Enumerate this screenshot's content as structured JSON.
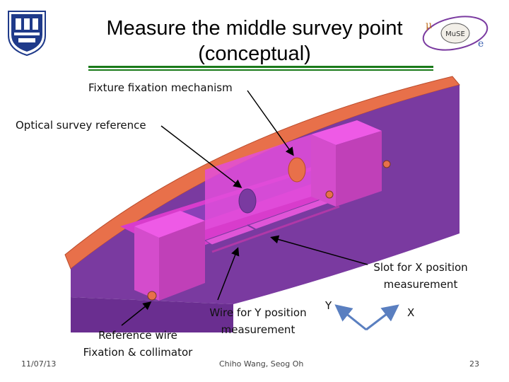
{
  "slide": {
    "title_line1": "Measure the middle survey point",
    "title_line2": "(conceptual)",
    "labels": {
      "fixture": "Fixture fixation mechanism",
      "optical": "Optical survey reference",
      "slot_line1": "Slot for X position",
      "slot_line2": "measurement",
      "wire_line1": "Wire for Y position",
      "wire_line2": "measurement",
      "ref_line1": "Reference wire",
      "ref_line2": "Fixation & collimator",
      "axis_y": "Y",
      "axis_x": "X"
    },
    "footer": {
      "date": "11/07/13",
      "authors": "Chiho Wang, Seog Oh",
      "page": "23"
    },
    "logo_right_text": "MuSE"
  },
  "colors": {
    "rule": "#1a7a1a",
    "magenta": "#e040d8",
    "purple": "#7a3aa0",
    "orange": "#e8704a",
    "axis": "#5a7fc0"
  }
}
